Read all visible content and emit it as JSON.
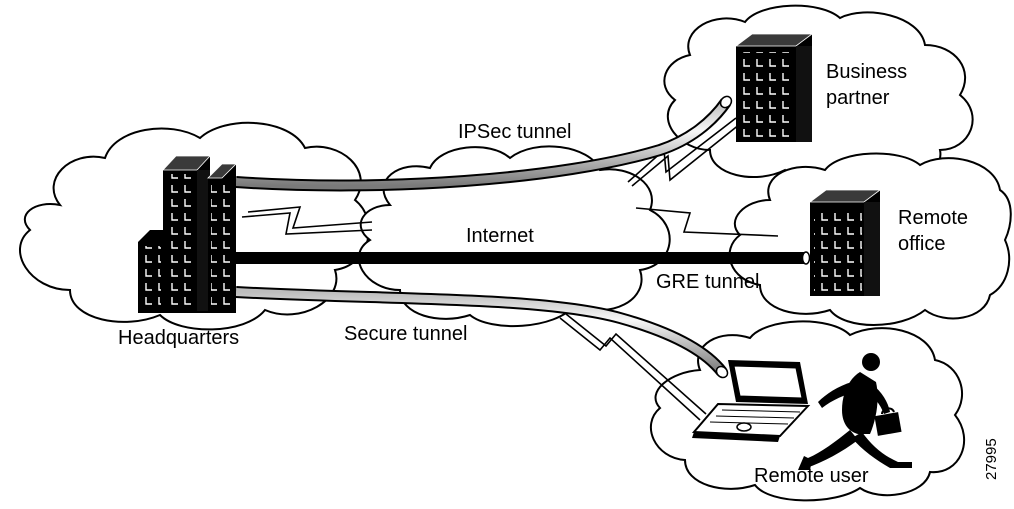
{
  "diagram": {
    "labels": {
      "business_partner_line1": "Business",
      "business_partner_line2": "partner",
      "ipsec_tunnel": "IPSec tunnel",
      "remote_office_line1": "Remote",
      "remote_office_line2": "office",
      "internet": "Internet",
      "gre_tunnel": "GRE tunnel",
      "headquarters": "Headquarters",
      "secure_tunnel": "Secure tunnel",
      "remote_user": "Remote user"
    },
    "figure_id": "27995",
    "colors": {
      "ink": "#000000",
      "paper": "#ffffff",
      "tube_light": "#f4f4f4",
      "tube_dark": "#8a8a8a"
    }
  }
}
